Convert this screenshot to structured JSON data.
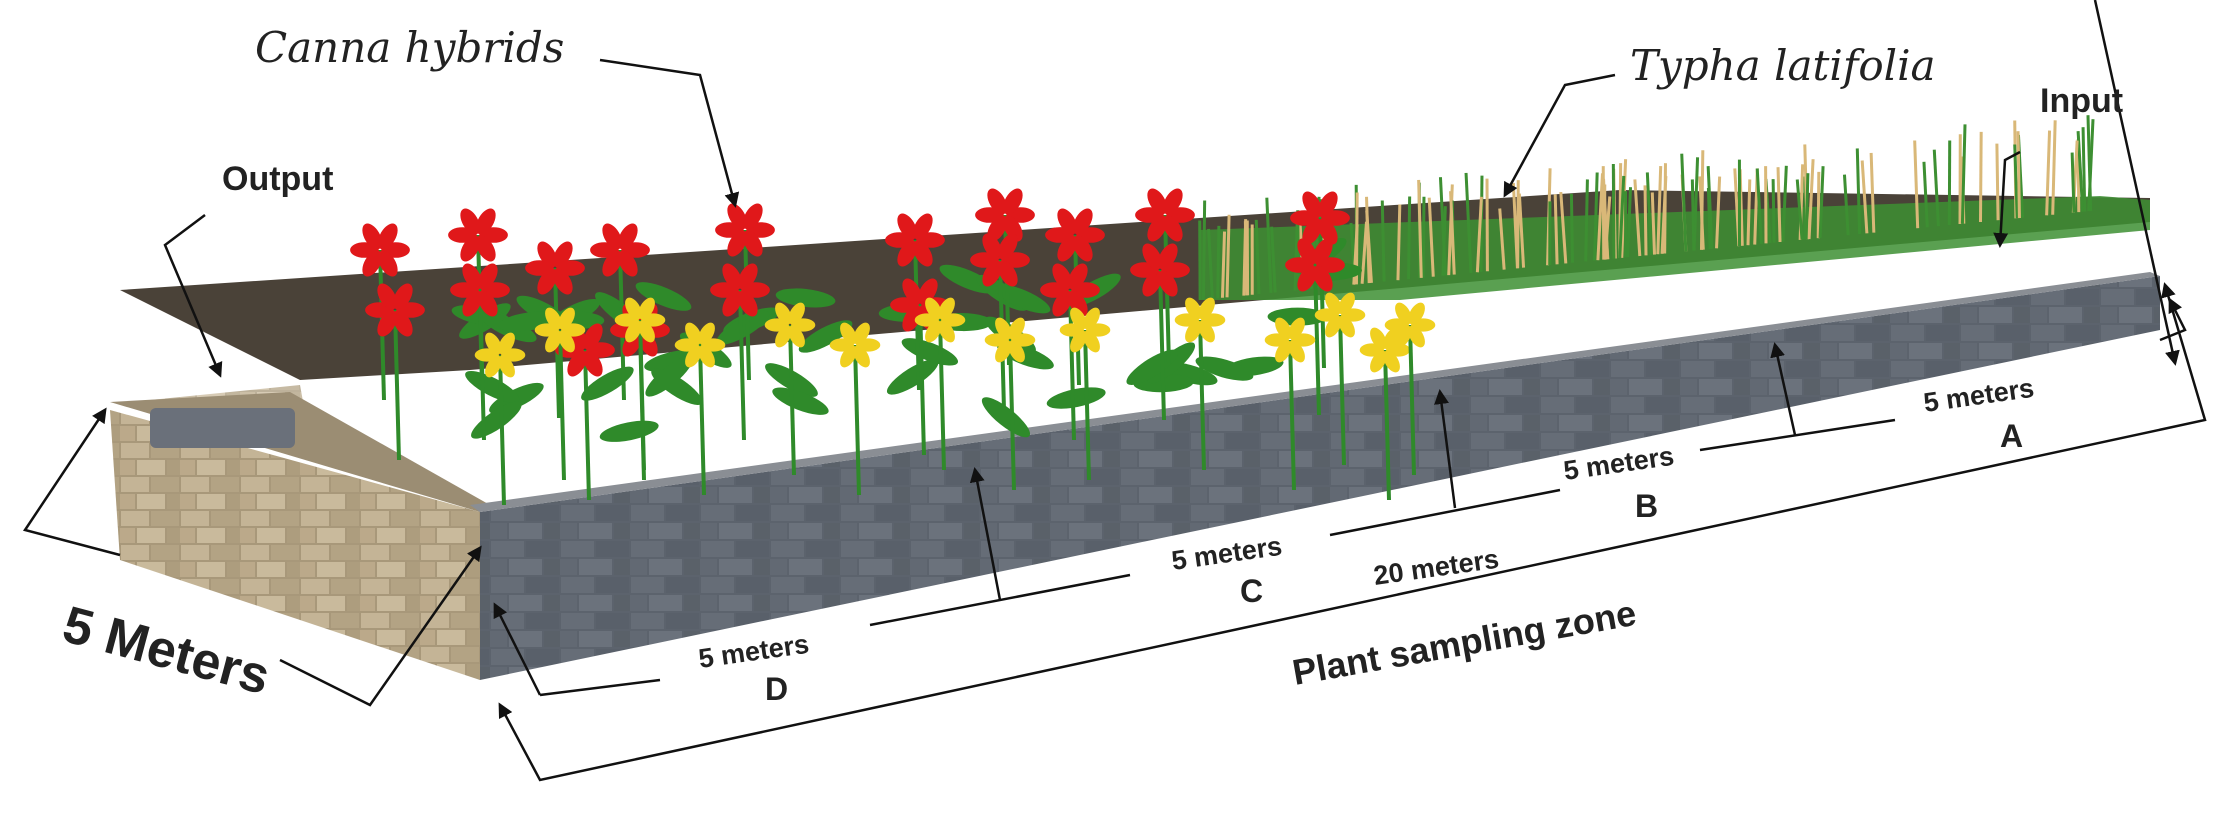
{
  "labels": {
    "canna": "Canna hybrids",
    "typha": "Typha latifolia",
    "output": "Output",
    "input": "Input",
    "width": "5 Meters",
    "length": "20 meters",
    "zone": "Plant sampling zone",
    "seg_a_len": "5 meters",
    "seg_a": "A",
    "seg_b_len": "5 meters",
    "seg_b": "B",
    "seg_c_len": "5 meters",
    "seg_c": "C",
    "seg_d_len": "5 meters",
    "seg_d": "D"
  },
  "colors": {
    "wall_front": "#5f6670",
    "wall_end": "#b8a98a",
    "wall_top": "#8a8e94",
    "soil": "#4a4238",
    "canna_red": "#e0181a",
    "canna_yellow": "#f0d020",
    "leaf": "#2f8a2a",
    "typha": "#d9b878",
    "grass": "#3d8f32"
  }
}
